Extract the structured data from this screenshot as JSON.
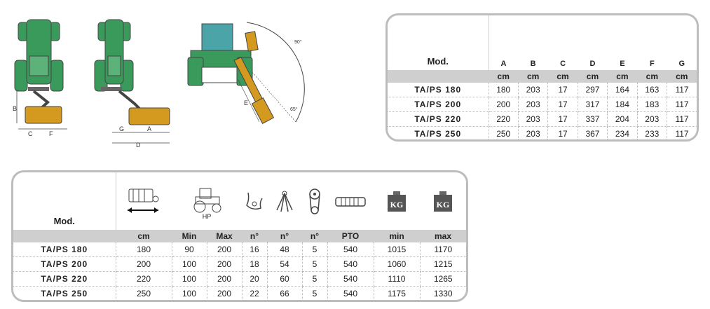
{
  "diagram": {
    "labels_left": [
      "B",
      "C",
      "F"
    ],
    "labels_mid": [
      "G",
      "A",
      "D"
    ],
    "labels_right": [
      "E",
      "90°",
      "65°"
    ],
    "colors": {
      "tractor": "#3a9a5c",
      "mower": "#d49a1f",
      "outline": "#444444"
    }
  },
  "dims_table": {
    "model_header": "Mod.",
    "letters": [
      "A",
      "B",
      "C",
      "D",
      "E",
      "F",
      "G"
    ],
    "units": [
      "cm",
      "cm",
      "cm",
      "cm",
      "cm",
      "cm",
      "cm"
    ],
    "rows": [
      {
        "model": "TA/PS 180",
        "values": [
          "180",
          "203",
          "17",
          "297",
          "164",
          "163",
          "117"
        ]
      },
      {
        "model": "TA/PS 200",
        "values": [
          "200",
          "203",
          "17",
          "317",
          "184",
          "183",
          "117"
        ]
      },
      {
        "model": "TA/PS 220",
        "values": [
          "220",
          "203",
          "17",
          "337",
          "204",
          "203",
          "117"
        ]
      },
      {
        "model": "TA/PS 250",
        "values": [
          "250",
          "203",
          "17",
          "367",
          "234",
          "233",
          "117"
        ]
      }
    ]
  },
  "spec_table": {
    "model_header": "Mod.",
    "hp_label": "HP",
    "kg_label": "KG",
    "icons": [
      "mower-width-icon",
      "tractor-hp-icon",
      "hammer-blade-icon",
      "flail-knives-icon",
      "belt-drive-icon",
      "pto-shaft-icon",
      "weight-min-icon",
      "weight-max-icon"
    ],
    "units": [
      "cm",
      "Min",
      "Max",
      "n°",
      "n°",
      "n°",
      "PTO",
      "min",
      "max"
    ],
    "rows": [
      {
        "model": "TA/PS 180",
        "values": [
          "180",
          "90",
          "200",
          "16",
          "48",
          "5",
          "540",
          "1015",
          "1170"
        ]
      },
      {
        "model": "TA/PS 200",
        "values": [
          "200",
          "100",
          "200",
          "18",
          "54",
          "5",
          "540",
          "1060",
          "1215"
        ]
      },
      {
        "model": "TA/PS 220",
        "values": [
          "220",
          "100",
          "200",
          "20",
          "60",
          "5",
          "540",
          "1110",
          "1265"
        ]
      },
      {
        "model": "TA/PS 250",
        "values": [
          "250",
          "100",
          "200",
          "22",
          "66",
          "5",
          "540",
          "1175",
          "1330"
        ]
      }
    ]
  }
}
